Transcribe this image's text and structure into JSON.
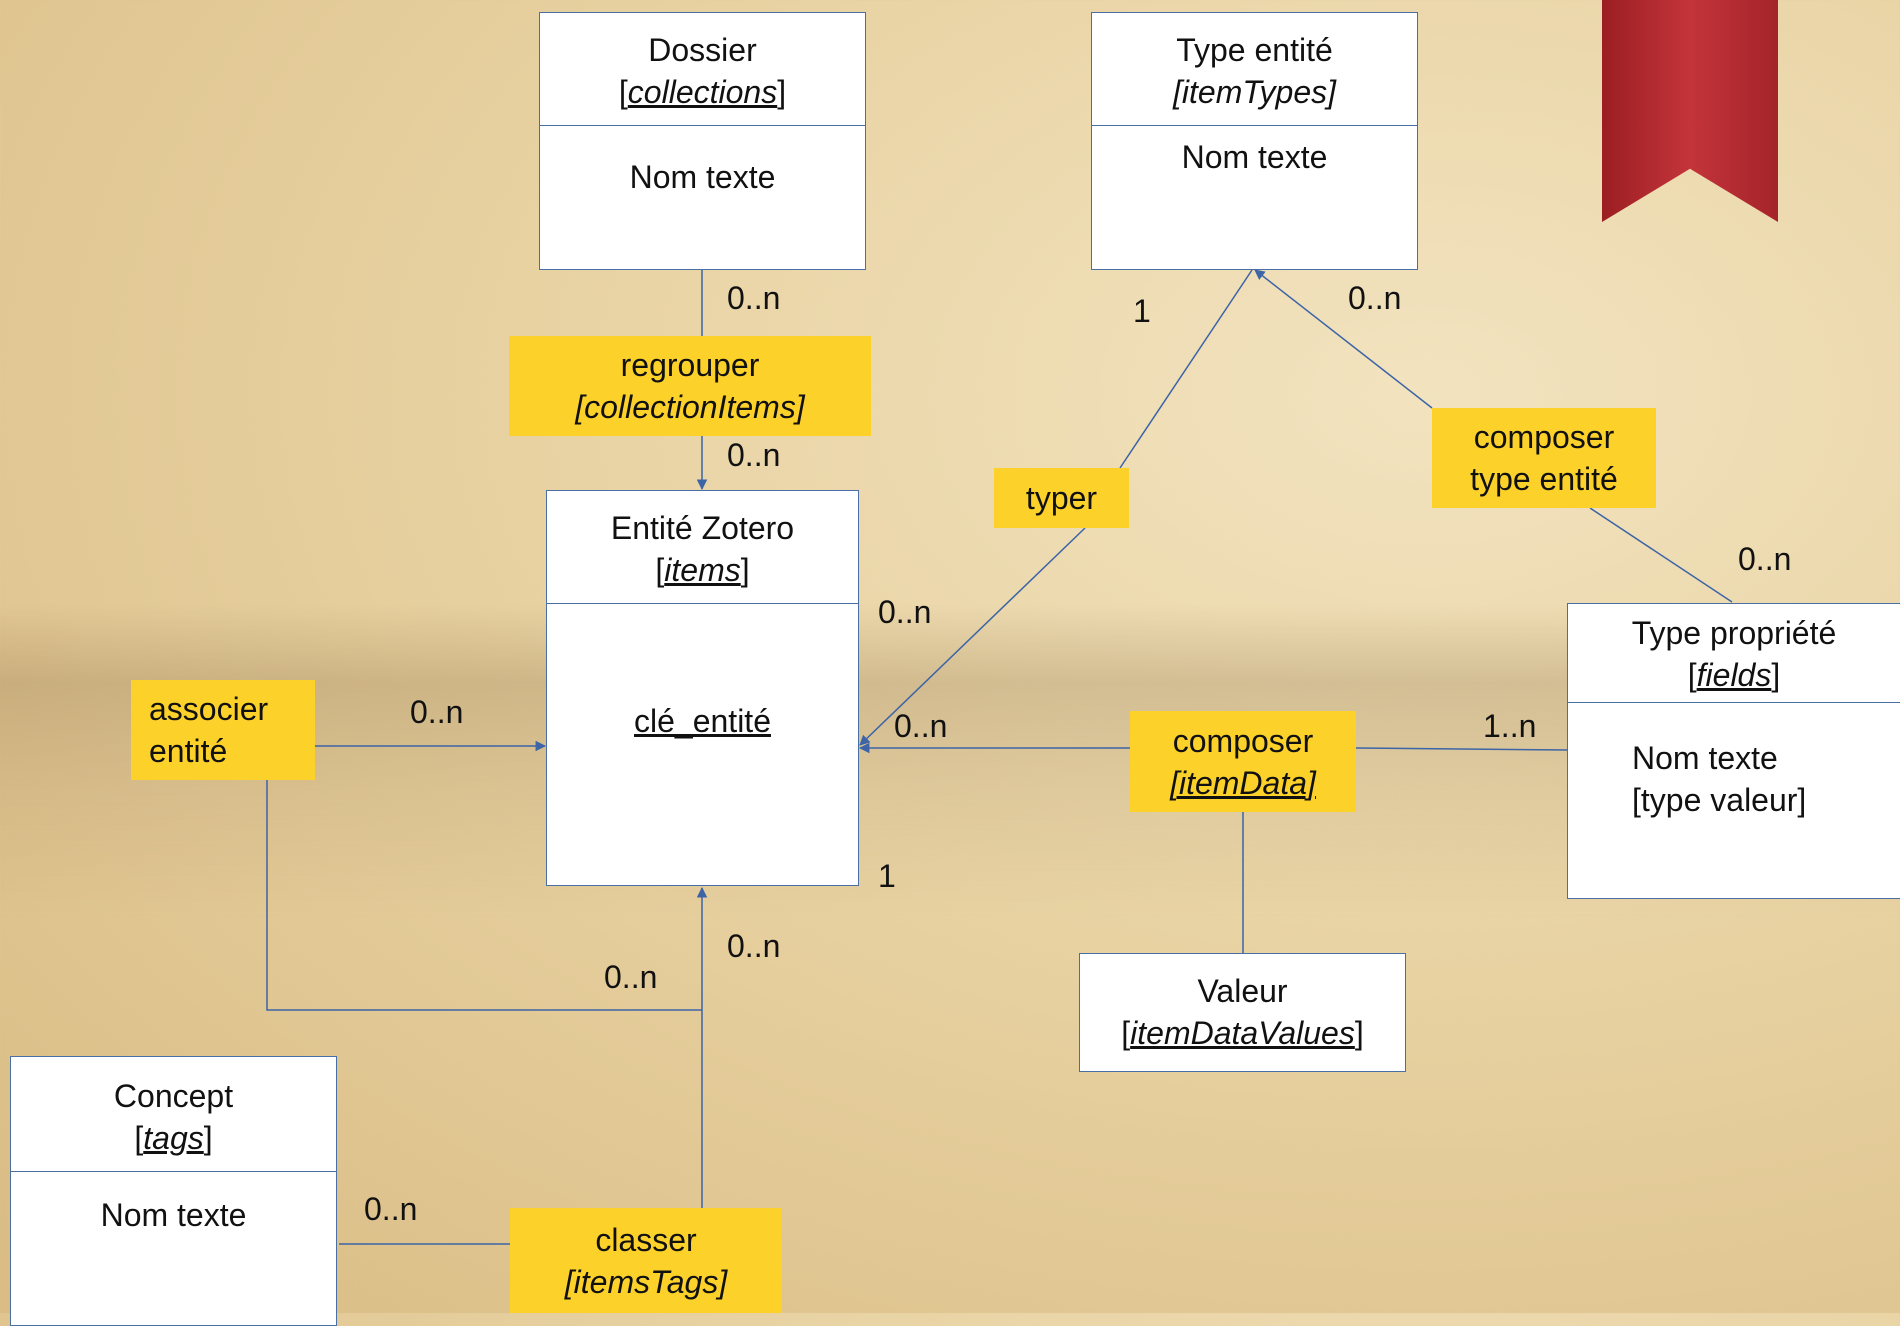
{
  "entities": {
    "dossier": {
      "title": "Dossier",
      "table": "collections",
      "attribute": "Nom texte"
    },
    "type_entite": {
      "title": "Type entité",
      "table": "itemTypes",
      "attribute": "Nom texte"
    },
    "entite_zotero": {
      "title": "Entité Zotero",
      "table": "items",
      "attribute": "clé_entité"
    },
    "type_propriete": {
      "title": "Type propriété",
      "table": "fields",
      "attribute_1": "Nom texte",
      "attribute_2": "[type valeur]"
    },
    "valeur": {
      "table": "itemDataValues",
      "title": "Valeur"
    },
    "concept": {
      "title": "Concept",
      "table": "tags",
      "attribute": "Nom texte"
    }
  },
  "associations": {
    "regrouper": {
      "label": "regrouper",
      "table": "[collectionItems]"
    },
    "typer": {
      "label": "typer"
    },
    "composer_type": {
      "line1": "composer",
      "line2": "type entité"
    },
    "associer": {
      "line1": "associer",
      "line2": "entité"
    },
    "composer": {
      "label": "composer",
      "table": "[itemData]"
    },
    "classer": {
      "label": "classer",
      "table": "[itemsTags]"
    }
  },
  "cardinalities": {
    "dossier_regrouper": "0..n",
    "regrouper_entite": "0..n",
    "typer_type": "1",
    "compose_type": "0..n",
    "typer_entite": "0..n",
    "associer_left": "0..n",
    "composer_entite": "0..n",
    "composer_prop": "1..n",
    "prop_composetype": "0..n",
    "entite_bottom": "1",
    "classer_entite": "0..n",
    "associer_loop": "0..n",
    "concept_classer": "0..n"
  }
}
